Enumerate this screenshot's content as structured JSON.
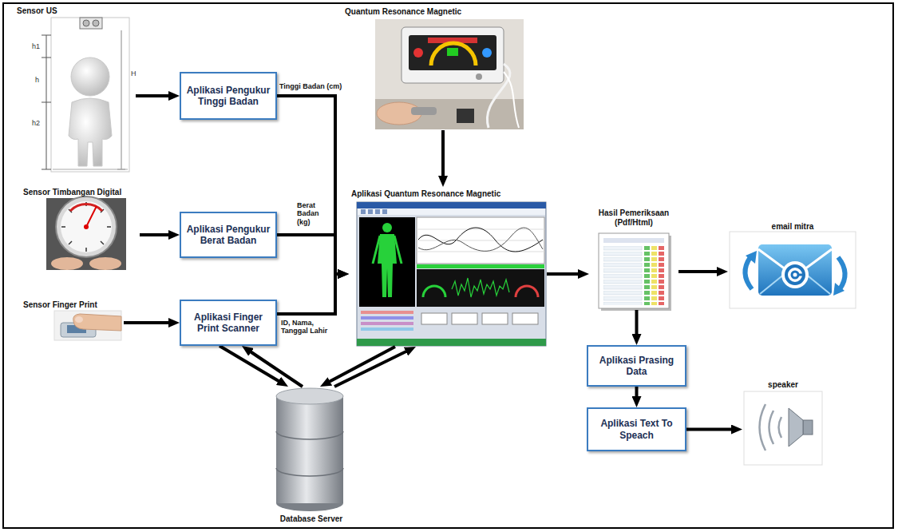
{
  "diagram": {
    "nodes": [
      {
        "text": [
          "Sensor US"
        ]
      },
      {
        "text": [
          "Quantum Resonance Magnetic"
        ]
      },
      {
        "text": [
          "Aplikasi Pengukur Tinggi Badan"
        ]
      },
      {
        "text": [
          "Sensor Timbangan Digital"
        ]
      },
      {
        "text": [
          "Aplikasi Quantum Resonance Magnetic"
        ]
      },
      {
        "text": [
          "Aplikasi Pengukur Berat Badan"
        ]
      },
      {
        "text": [
          "Hasil Pemeriksaan (Pdf/Html)"
        ]
      },
      {
        "text": [
          "email mitra"
        ]
      },
      {
        "text": [
          "Sensor Finger Print"
        ]
      },
      {
        "text": [
          "Aplikasi Finger Print Scanner"
        ]
      },
      {
        "text": [
          "Aplikasi Prasing Data"
        ]
      },
      {
        "text": [
          "Aplikasi Text To Speach"
        ]
      },
      {
        "text": [
          "speaker"
        ]
      },
      {
        "text": [
          "Database Server"
        ]
      }
    ],
    "edges": [
      {
        "from": 0,
        "to": 2,
        "arrow": "to"
      },
      {
        "from": 2,
        "to": 4,
        "label": "Tinggi Badan (cm)",
        "arrow": "to"
      },
      {
        "from": 1,
        "to": 4,
        "arrow": "to"
      },
      {
        "from": 3,
        "to": 5,
        "arrow": "to"
      },
      {
        "from": 5,
        "to": 4,
        "label": "Berat Badan (kg)",
        "arrow": "to"
      },
      {
        "from": 8,
        "to": 9,
        "arrow": "to"
      },
      {
        "from": 9,
        "to": 4,
        "label": "ID, Nama, Tanggal Lahir",
        "arrow": "to"
      },
      {
        "from": 4,
        "to": 6,
        "arrow": "to"
      },
      {
        "from": 6,
        "to": 7,
        "arrow": "to"
      },
      {
        "from": 6,
        "to": 10,
        "arrow": "to"
      },
      {
        "from": 10,
        "to": 11,
        "arrow": "to"
      },
      {
        "from": 11,
        "to": 12,
        "arrow": "to"
      },
      {
        "from": 9,
        "to": 13,
        "arrow": "to"
      },
      {
        "from": 13,
        "to": 9,
        "arrow": "to"
      },
      {
        "from": 4,
        "to": 13,
        "arrow": "to"
      },
      {
        "from": 13,
        "to": 4,
        "arrow": "to"
      }
    ],
    "labels": [
      "h1",
      "h",
      "h2",
      "H"
    ]
  }
}
